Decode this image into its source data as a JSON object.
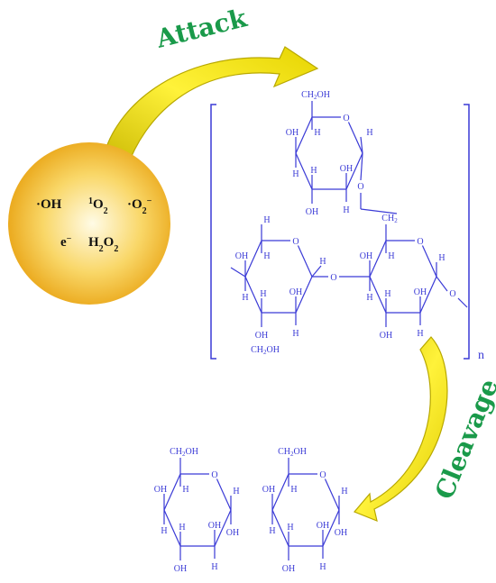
{
  "labels": {
    "attack": "Attack",
    "cleavage": "Cleavage",
    "repeat_unit": "n"
  },
  "species": [
    "·OH",
    "1O2",
    "·O2−",
    "e−",
    "H2O2"
  ],
  "atoms": {
    "ring_O": "O",
    "H": "H",
    "OH": "OH",
    "CH2OH": "CH2OH",
    "CH2": "CH2",
    "linker_O": "O"
  },
  "colors": {
    "structure": "#3a3ad6",
    "label": "#1a9a4a",
    "arrow": "#e8d400",
    "arrow_edge": "#b8a800",
    "sphere_center": "#fff8dc",
    "sphere_edge": "#e8a812"
  }
}
